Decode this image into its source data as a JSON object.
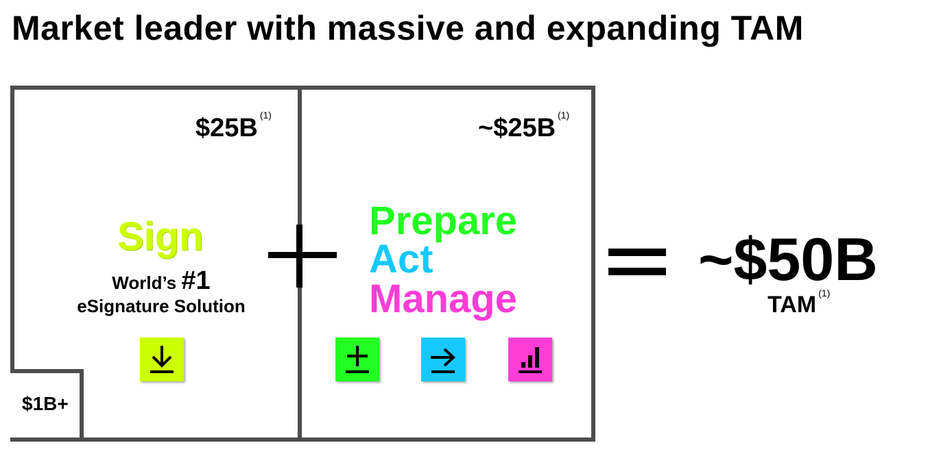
{
  "title": "Market leader with massive and expanding TAM",
  "footnote_marker": "(1)",
  "sign_box": {
    "amount": "$25B",
    "label": "Sign",
    "desc_line1_prefix": "World’s",
    "desc_line1_emphasis": "#1",
    "desc_line2": "eSignature Solution",
    "icon": "download-icon",
    "icon_color": "#ccff00",
    "sub_amount": "$1B+"
  },
  "agreement_box": {
    "amount": "~$25B",
    "words": [
      {
        "text": "Prepare",
        "color": "#22ff22"
      },
      {
        "text": "Act",
        "color": "#17c8ff"
      },
      {
        "text": "Manage",
        "color": "#ff3dd6"
      }
    ],
    "icons": [
      {
        "name": "plus-icon",
        "color": "#22ff22"
      },
      {
        "name": "arrow-right-icon",
        "color": "#17c8ff"
      },
      {
        "name": "bar-chart-icon",
        "color": "#ff3dd6"
      }
    ]
  },
  "total": {
    "amount": "~$50B",
    "label": "TAM"
  },
  "border_color": "#4d4d4d"
}
